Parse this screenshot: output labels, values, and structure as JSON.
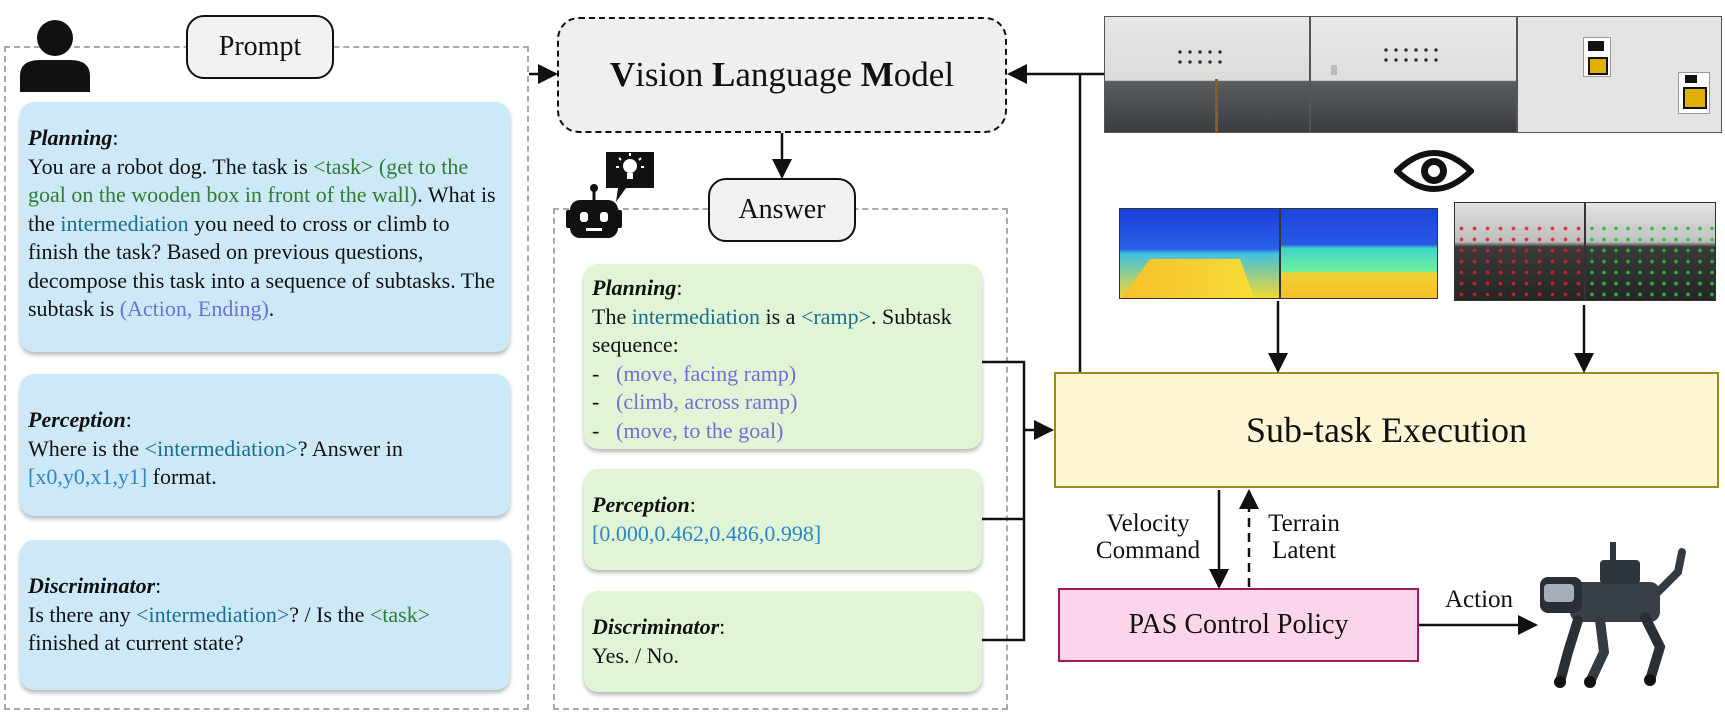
{
  "prompt": {
    "label": "Prompt",
    "planning": {
      "heading": "Planning",
      "t1": "You are a robot dog. The task is ",
      "task": "<task> (get to the goal on the wooden box in front of the wall)",
      "t2": ". What is the ",
      "intermediation": "intermediation",
      "t3": " you need to cross or climb to finish the task? Based on previous questions, decompose this task into a sequence of subtasks. The subtask is ",
      "action_ending": "(Action, Ending)",
      "t4": "."
    },
    "perception": {
      "heading": "Perception",
      "t1": "Where is the ",
      "intermediation": "<intermediation>",
      "t2": "? Answer in ",
      "format": "[x0,y0,x1,y1]",
      "t3": " format."
    },
    "discriminator": {
      "heading": "Discriminator",
      "t1": "Is there any ",
      "intermediation": "<intermediation>",
      "t2": "? /  Is the ",
      "task": "<task>",
      "t3": " finished at current state?"
    }
  },
  "vlm": {
    "w1": "V",
    "w1rest": "ision ",
    "w2": "L",
    "w2rest": "anguage ",
    "w3": "M",
    "w3rest": "odel"
  },
  "answer": {
    "label": "Answer",
    "planning": {
      "heading": "Planning",
      "t1": "The ",
      "intermediation": "intermediation",
      "t2": " is a ",
      "ramp": "<ramp>",
      "t3": ". Subtask sequence:",
      "steps": [
        "(move, facing ramp)",
        "(climb, across ramp)",
        "(move, to the goal)"
      ]
    },
    "perception": {
      "heading": "Perception",
      "bbox": "[0.000,0.462,0.486,0.998]"
    },
    "discriminator": {
      "heading": "Discriminator",
      "text": "Yes. / No."
    }
  },
  "subtask_execution": "Sub-task Execution",
  "velocity_command": [
    "Velocity",
    "Command"
  ],
  "terrain_latent": [
    "Terrain",
    "Latent"
  ],
  "pas_control_policy": "PAS Control Policy",
  "action_label": "Action",
  "colors": {
    "prompt_card": "#cde9f8",
    "answer_card": "#e0f4d6",
    "subtask_fill": "#fdf6d4",
    "subtask_border": "#a08c1a",
    "pas_fill": "#fbd6ea",
    "pas_border": "#a0185a"
  }
}
